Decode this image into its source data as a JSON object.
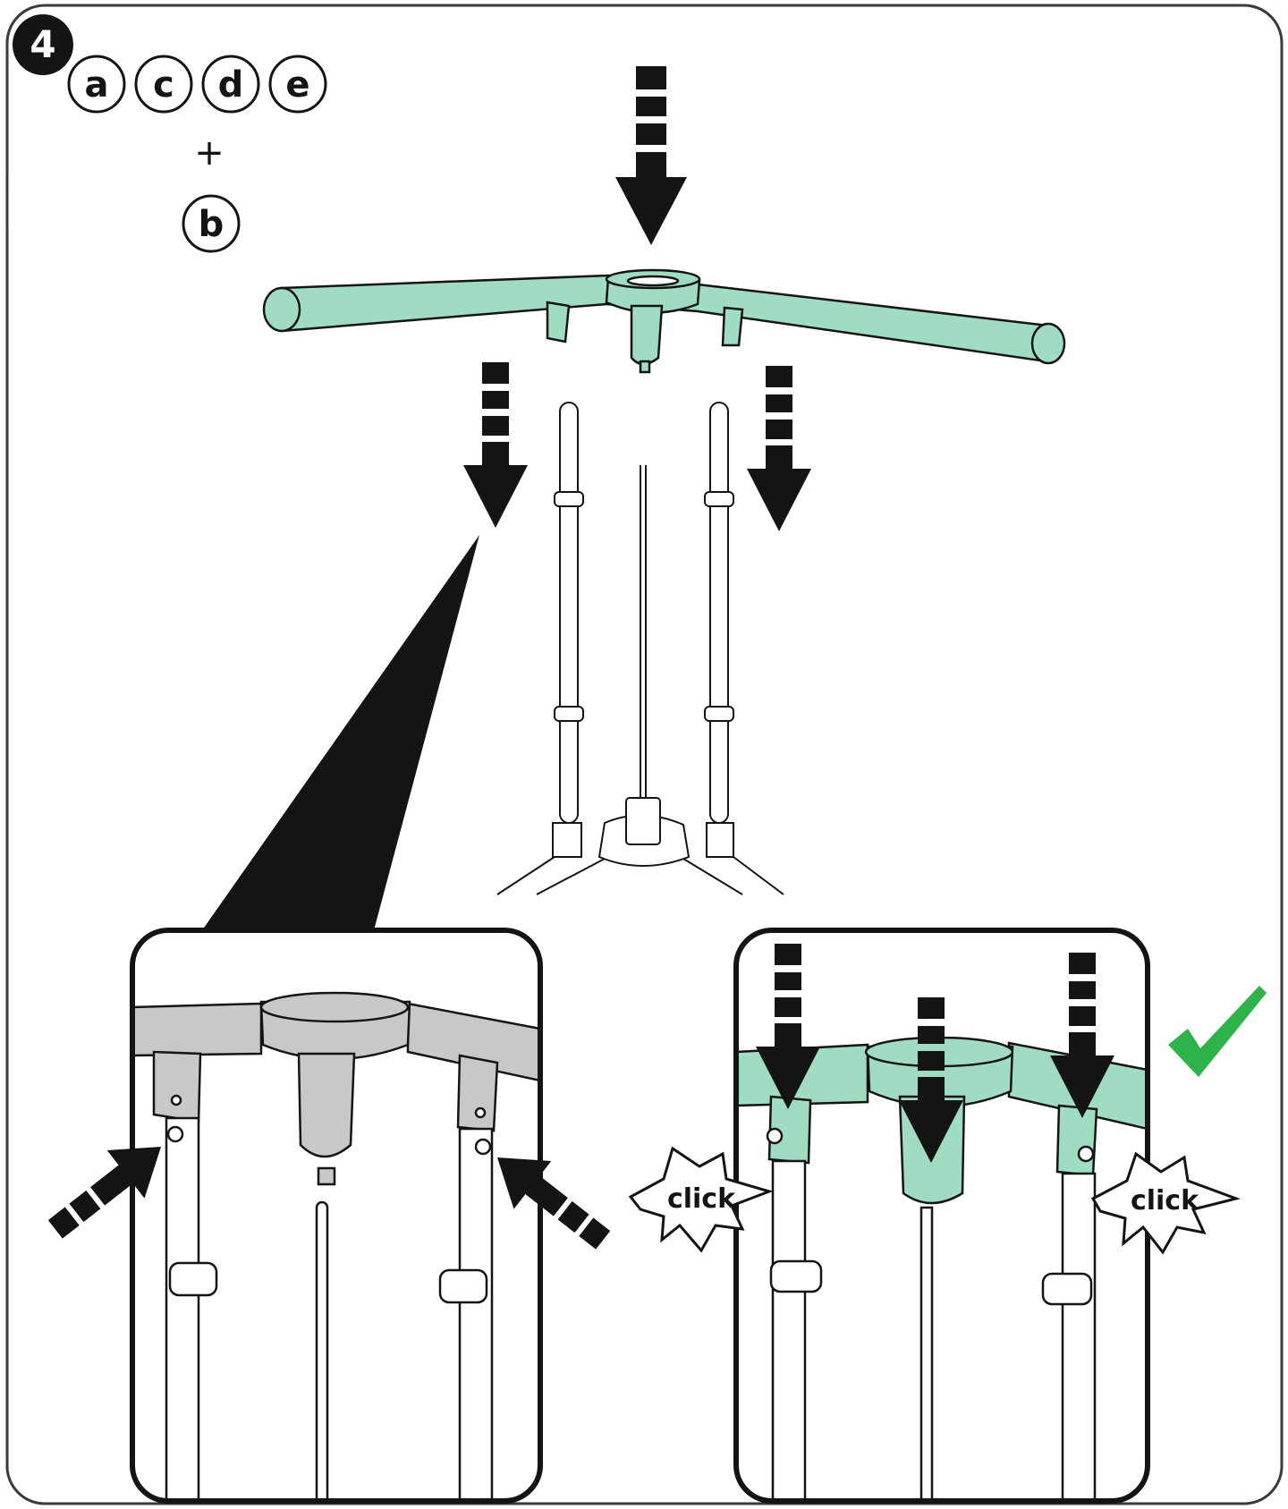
{
  "step": {
    "number": "4"
  },
  "parts": {
    "group": [
      "a",
      "c",
      "d",
      "e"
    ],
    "plus": "+",
    "extra": "b"
  },
  "click_labels": {
    "left": "click",
    "right": "click"
  },
  "colors": {
    "part_fill": "#9fdcc2",
    "detail_fill": "#c8c8c8",
    "ink": "#141414",
    "check": "#2db34a",
    "panel_border": "#1a1a1a"
  },
  "icons": {
    "check": "checkmark-icon",
    "arrow": "down-arrow-icon",
    "burst": "starburst-icon"
  }
}
